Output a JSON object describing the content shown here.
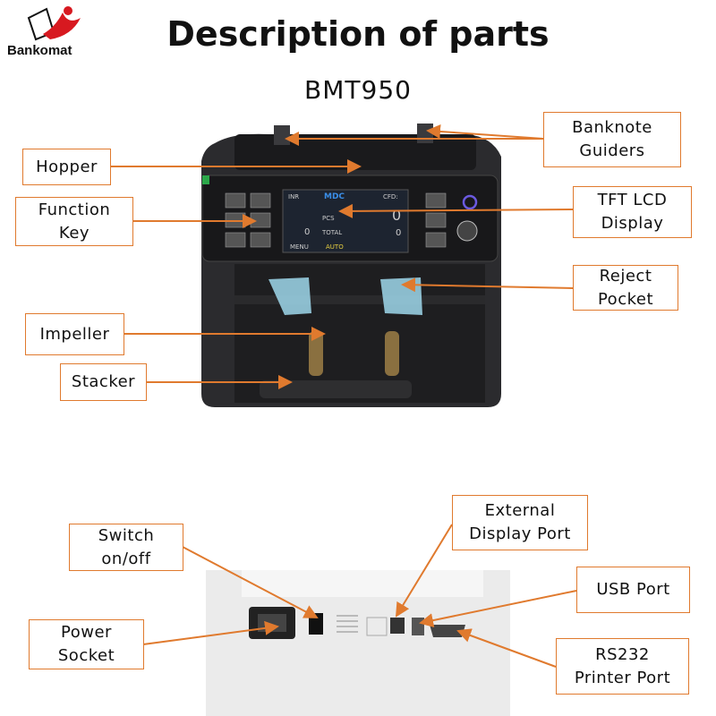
{
  "title": "Description of parts",
  "model": "BMT950",
  "logo": {
    "name": "Bankomat",
    "colors": [
      "#d71920",
      "#111111"
    ]
  },
  "accent_color": "#e07a2e",
  "display": {
    "currency": "INR",
    "mode": "MDC",
    "cfd": "CFD:",
    "count": "0",
    "pcs": "PCS",
    "total_label": "TOTAL",
    "total": "0",
    "batch": "0",
    "menu": "MENU",
    "auto": "AUTO"
  },
  "labels": {
    "banknote_guiders": "Banknote\nGuiders",
    "hopper": "Hopper",
    "function_key": "Function\nKey",
    "tft_lcd": "TFT LCD\nDisplay",
    "reject_pocket": "Reject\nPocket",
    "impeller": "Impeller",
    "stacker": "Stacker",
    "switch": "Switch\non/off",
    "external_display": "External\nDisplay Port",
    "usb_port": "USB Port",
    "power_socket": "Power\nSocket",
    "rs232": "RS232\nPrinter Port"
  }
}
